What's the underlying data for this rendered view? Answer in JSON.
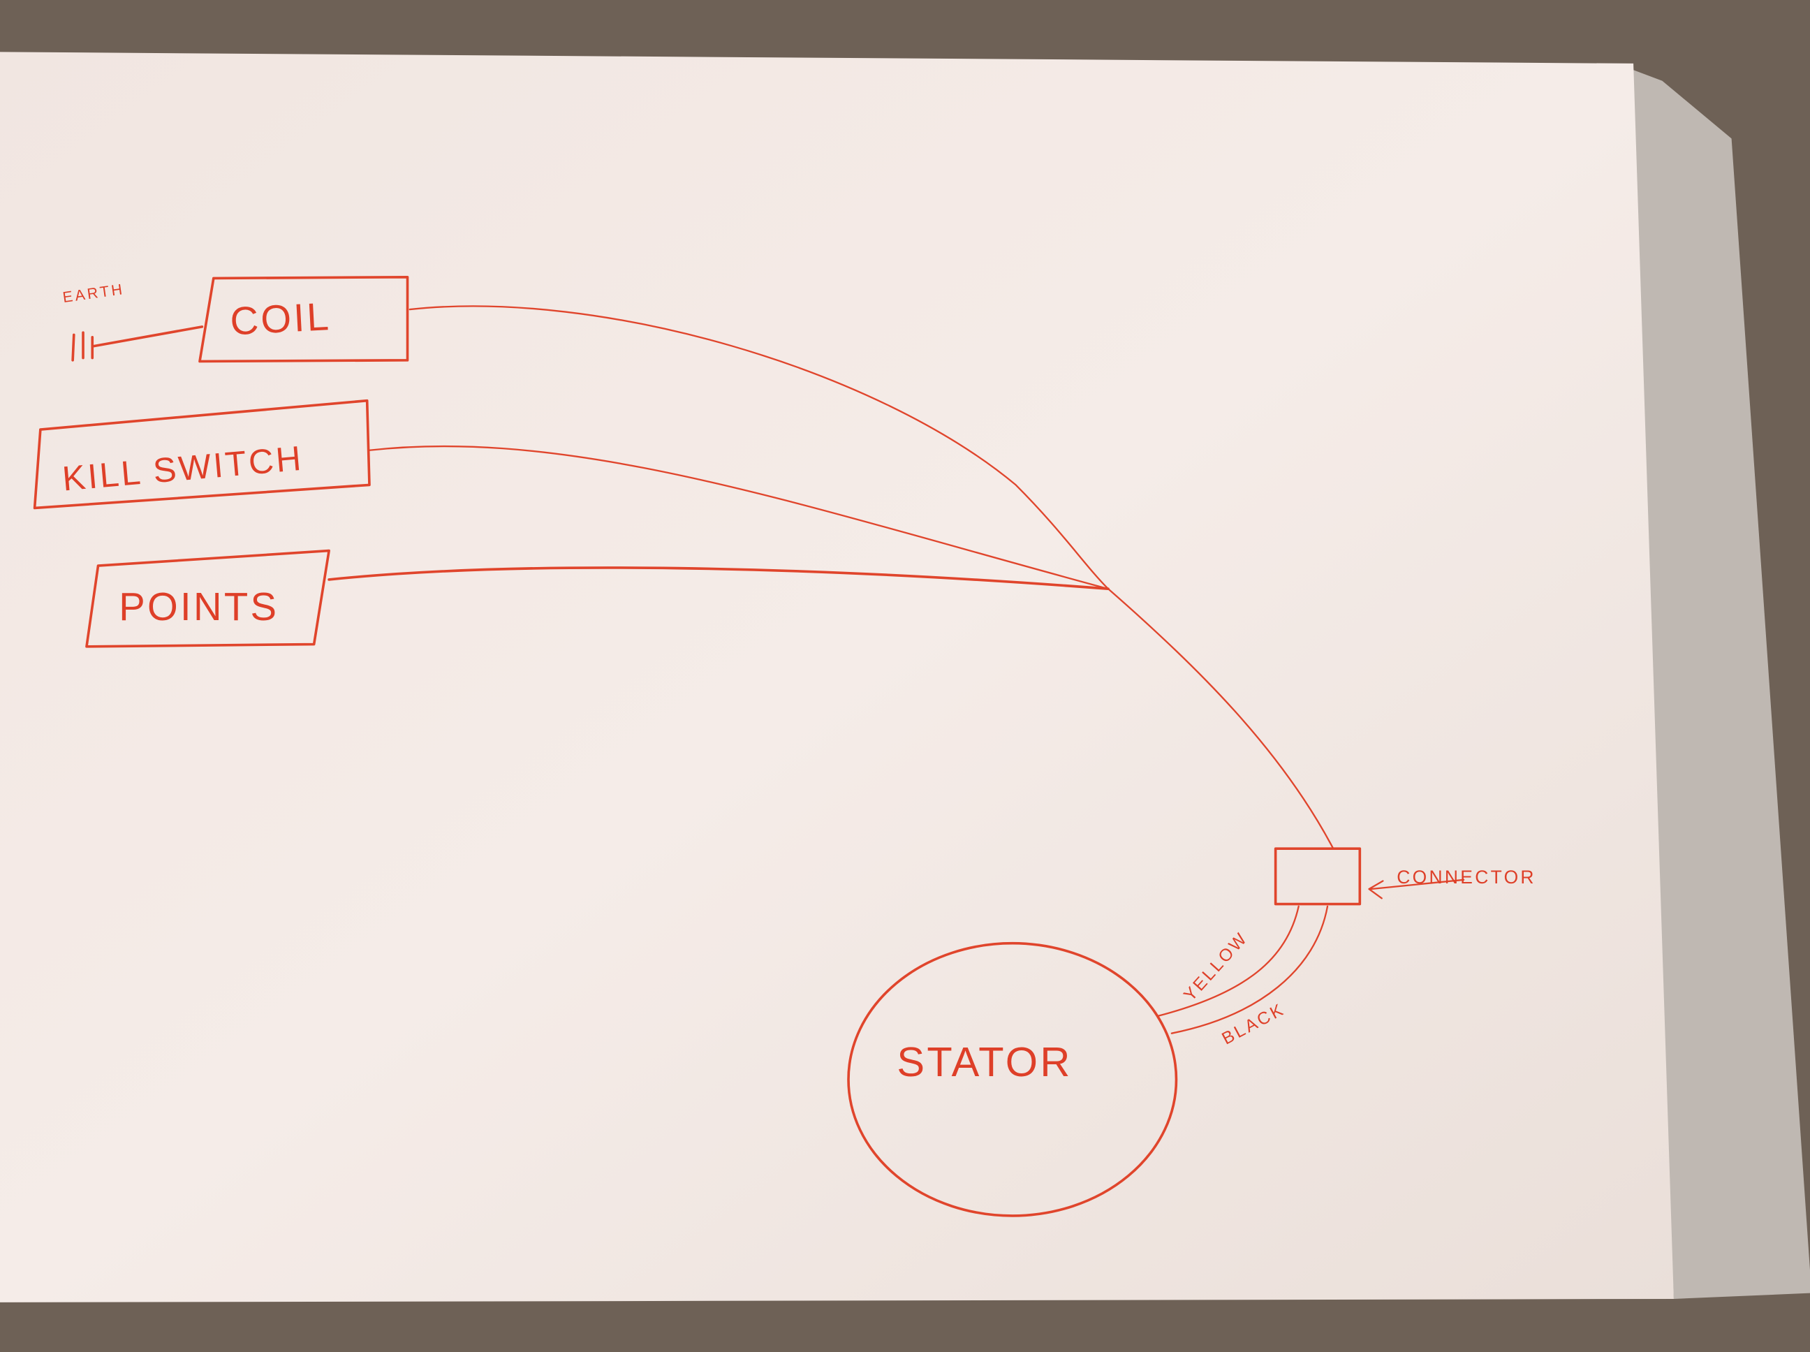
{
  "diagram": {
    "components": {
      "earth": "EARTH",
      "coil": "COIL",
      "kill_switch": "KILL SWITCH",
      "points": "POINTS",
      "connector": "CONNECTOR",
      "stator": "STATOR"
    },
    "wires": {
      "yellow": "YELLOW",
      "black": "BLACK"
    },
    "ink_color": "#e0452c",
    "paper_color": "#f4ebe6"
  }
}
